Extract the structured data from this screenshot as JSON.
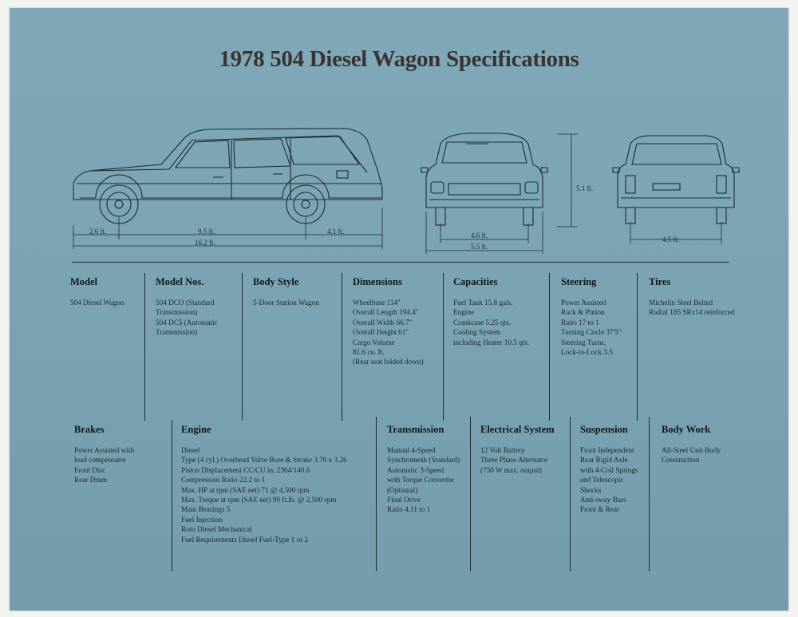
{
  "title": "1978 504 Diesel Wagon Specifications",
  "drawing_labels": {
    "front_overhang": "2.6 ft.",
    "wheelbase": "9.5 ft.",
    "rear_overhang": "4.1 ft.",
    "length": "16.2 ft.",
    "height": "5.1 ft.",
    "front_track": "4.6 ft.",
    "front_width": "5.5 ft.",
    "rear_track": "4.5 ft."
  },
  "specs_top": [
    {
      "heading": "Model",
      "text": "504 Diesel Wagon"
    },
    {
      "heading": "Model Nos.",
      "text": "504 DCO (Standard\n        Transmission)\n504 DC5 (Automatic\n        Transmission)"
    },
    {
      "heading": "Body Style",
      "text": "5-Door Station Wagon"
    },
    {
      "heading": "Dimensions",
      "text": "Wheelbase 114\"\nOverall Length 194.4\"\nOverall Width 66.7\"\nOverall Height 61\"\nCargo Volume\n81.6 cu. ft.\n(Rear seat folded down)"
    },
    {
      "heading": "Capacities",
      "text": "Fuel Tank 15.8 gals.\nEngine\nCrankcase 5.25 qts.\nCooling System\nincluding Heater 10.5 qts."
    },
    {
      "heading": "Steering",
      "text": "Power Assisted\nRack & Pinion\nRatio 17 to 1\nTurning Circle 37'5\"\nSteering Turns,\nLock-to-Lock 3.5"
    },
    {
      "heading": "Tires",
      "text": "Michelin Steel Belted\nRadial 185 SRx14 reinforced"
    }
  ],
  "specs_bottom": [
    {
      "heading": "Brakes",
      "text": "Power Assisted with\nload compensator\nFront Disc\nRear Drum"
    },
    {
      "heading": "Engine",
      "text": "Diesel\nType (4 cyl.) Overhead Valve Bore & Stroke 3.70 x 3.26\nPiston Displacement CC/CU in. 2304/140.6\nCompression Ratio 22.2 to 1\nMax. HP at rpm (SAE net) 71 @ 4,500 rpm\nMax. Torque at rpm (SAE net) 99 ft.lb. @ 2,500 rpm\nMain Bearings 5\nFuel Injection\nRoto Diesel Mechanical\nFuel Requirements Diesel Fuel-Type 1 or 2"
    },
    {
      "heading": "Transmission",
      "text": "Manual 4-Speed\nSynchromesh (Standard)\nAutomatic 3-Speed\nwith Torque Convertor\n(Optional)\nFinal Drive\nRatio 4.11 to 1"
    },
    {
      "heading": "Electrical System",
      "text": "12 Volt Battery\nThree Phase Alternator\n(750 W max. output)"
    },
    {
      "heading": "Suspension",
      "text": "Front Independent\nRear Rigid Axle\nwith 4-Coil Springs\nand Telescopic\nShocks\nAnti-sway Bars\nFront & Rear"
    },
    {
      "heading": "Body Work",
      "text": "All-Steel Unit Body\nConstruction"
    }
  ]
}
